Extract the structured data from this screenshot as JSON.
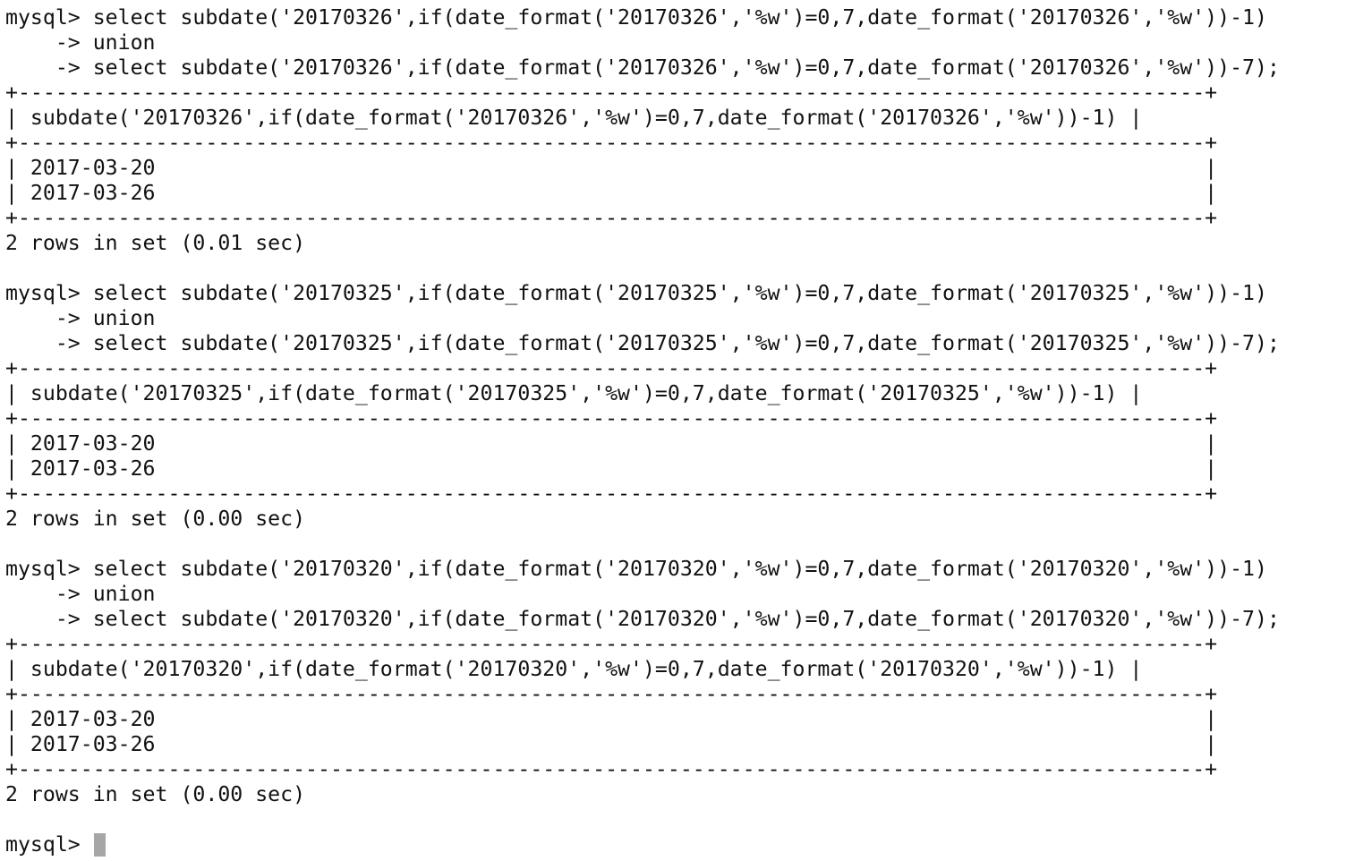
{
  "blocks": [
    {
      "cmd": [
        "mysql> select subdate('20170326',if(date_format('20170326','%w')=0,7,date_format('20170326','%w'))-1)",
        "    -> union",
        "    -> select subdate('20170326',if(date_format('20170326','%w')=0,7,date_format('20170326','%w'))-7);"
      ],
      "border": "+-----------------------------------------------------------------------------------------------+",
      "header": "| subdate('20170326',if(date_format('20170326','%w')=0,7,date_format('20170326','%w'))-1) |",
      "rows": [
        "| 2017-03-20                                                                                    |",
        "| 2017-03-26                                                                                    |"
      ],
      "summary": "2 rows in set (0.01 sec)"
    },
    {
      "cmd": [
        "mysql> select subdate('20170325',if(date_format('20170325','%w')=0,7,date_format('20170325','%w'))-1)",
        "    -> union",
        "    -> select subdate('20170325',if(date_format('20170325','%w')=0,7,date_format('20170325','%w'))-7);"
      ],
      "border": "+-----------------------------------------------------------------------------------------------+",
      "header": "| subdate('20170325',if(date_format('20170325','%w')=0,7,date_format('20170325','%w'))-1) |",
      "rows": [
        "| 2017-03-20                                                                                    |",
        "| 2017-03-26                                                                                    |"
      ],
      "summary": "2 rows in set (0.00 sec)"
    },
    {
      "cmd": [
        "mysql> select subdate('20170320',if(date_format('20170320','%w')=0,7,date_format('20170320','%w'))-1)",
        "    -> union",
        "    -> select subdate('20170320',if(date_format('20170320','%w')=0,7,date_format('20170320','%w'))-7);"
      ],
      "border": "+-----------------------------------------------------------------------------------------------+",
      "header": "| subdate('20170320',if(date_format('20170320','%w')=0,7,date_format('20170320','%w'))-1) |",
      "rows": [
        "| 2017-03-20                                                                                    |",
        "| 2017-03-26                                                                                    |"
      ],
      "summary": "2 rows in set (0.00 sec)"
    }
  ],
  "prompt": "mysql> ",
  "colors": {
    "background": "#ffffff",
    "text": "#111111",
    "cursor": "#a6a6a6"
  }
}
